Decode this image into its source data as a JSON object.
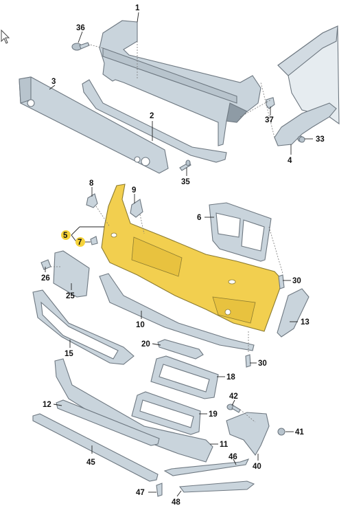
{
  "parts": {
    "p1": "1",
    "p2": "2",
    "p3": "3",
    "p4": "4",
    "p5": "5",
    "p6": "6",
    "p7": "7",
    "p8": "8",
    "p9": "9",
    "p10": "10",
    "p11": "11",
    "p12": "12",
    "p13": "13",
    "p15": "15",
    "p18": "18",
    "p19": "19",
    "p20": "20",
    "p25": "25",
    "p26": "26",
    "p30a": "30",
    "p30b": "30",
    "p33": "33",
    "p35": "35",
    "p36": "36",
    "p37": "37",
    "p40": "40",
    "p41": "41",
    "p42": "42",
    "p45": "45",
    "p46": "46",
    "p47": "47",
    "p48": "48"
  },
  "highlighted_labels": [
    "5",
    "7"
  ],
  "colors": {
    "bumper_cover": "#f2cf4f",
    "parts": "#c9d4dc",
    "label_highlight": "#f5d23a"
  },
  "icons": {
    "cursor": "mouse-pointer-icon"
  }
}
